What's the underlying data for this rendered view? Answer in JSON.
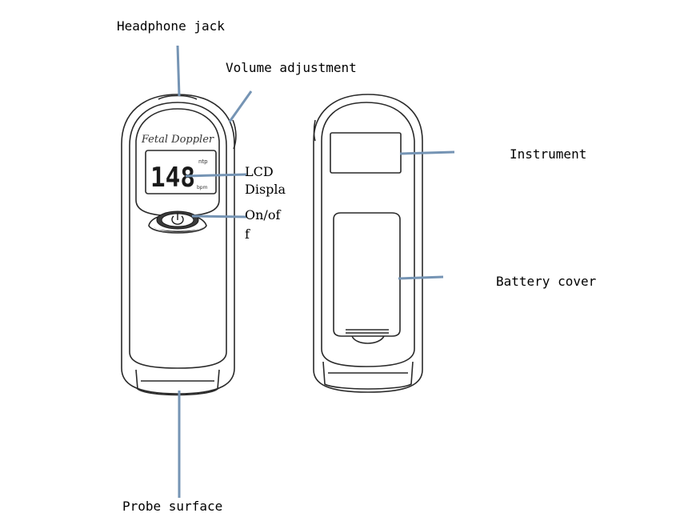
{
  "labels": {
    "headphone_jack": "Headphone jack",
    "volume_adjustment": "Volume adjustment",
    "lcd_display_line1": "LCD",
    "lcd_display_line2": "Displa",
    "on_off_line1": "On/of",
    "on_off_line2": "f",
    "instrument": "Instrument",
    "battery_cover": "Battery cover",
    "probe_surface": "Probe surface"
  },
  "device": {
    "brand_text": "Fetal Doppler",
    "lcd_reading": "148",
    "lcd_unit": "bpm",
    "lcd_indicator": "ntp"
  },
  "colors": {
    "leader_line": "#7594b4",
    "outline": "#2a2a2a",
    "background": "#ffffff"
  }
}
